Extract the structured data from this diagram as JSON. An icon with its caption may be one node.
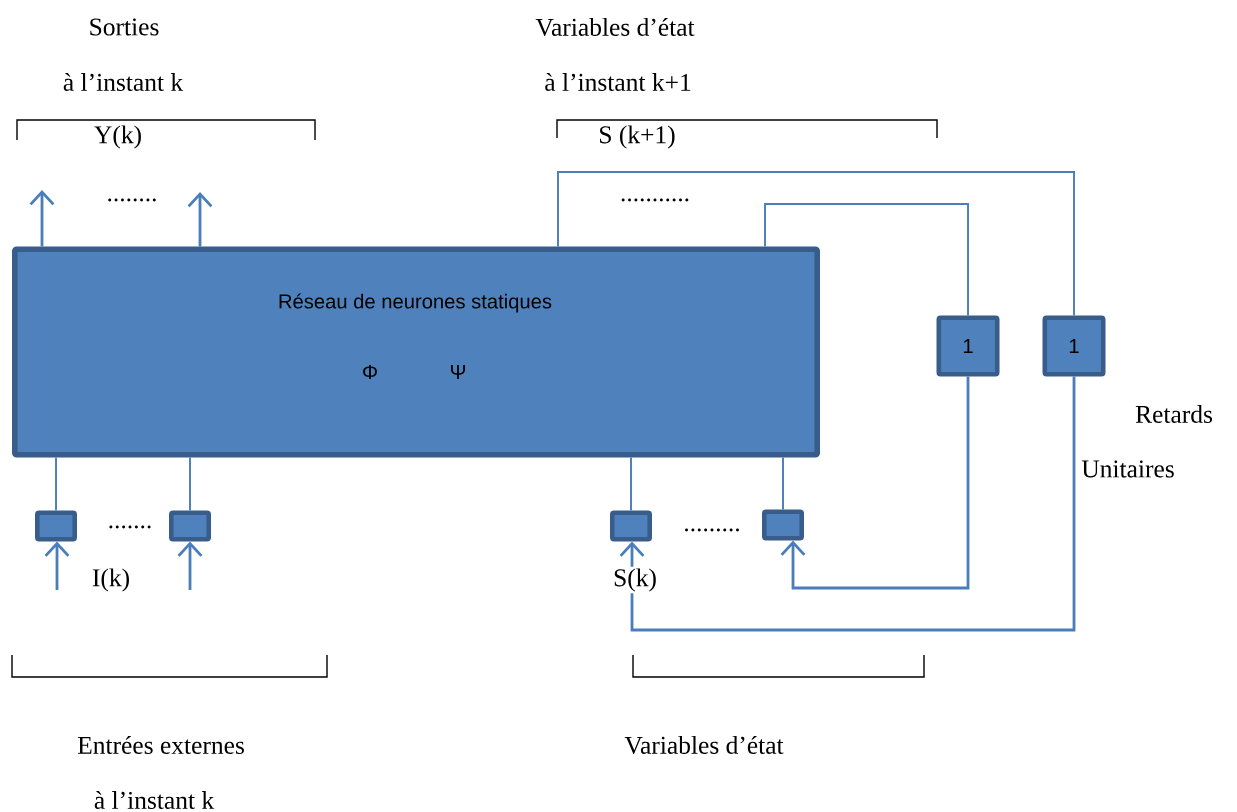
{
  "diagram": {
    "nodes": [
      {
        "text": [
          "Réseau de neurones statiques",
          "Φ",
          "Ψ"
        ]
      },
      {
        "text": [],
        "shape": "box"
      },
      {
        "text": [],
        "shape": "box"
      },
      {
        "text": [],
        "shape": "box"
      },
      {
        "text": [],
        "shape": "box"
      },
      {
        "text": [
          "1"
        ]
      },
      {
        "text": [
          "1"
        ]
      }
    ],
    "edges": [
      {
        "from": 0,
        "to": null,
        "arrow": "to"
      },
      {
        "from": 0,
        "to": null,
        "arrow": "to"
      },
      {
        "from": 1,
        "to": 0,
        "arrow": "none"
      },
      {
        "from": 2,
        "to": 0,
        "arrow": "none"
      },
      {
        "from": 3,
        "to": 0,
        "arrow": "none"
      },
      {
        "from": 4,
        "to": 0,
        "arrow": "none"
      },
      {
        "from": null,
        "to": 1,
        "arrow": "to"
      },
      {
        "from": null,
        "to": 2,
        "arrow": "to"
      },
      {
        "from": 0,
        "to": 5,
        "arrow": "none"
      },
      {
        "from": 5,
        "to": 4,
        "arrow": "to"
      },
      {
        "from": 0,
        "to": 6,
        "arrow": "none"
      },
      {
        "from": 6,
        "to": 3,
        "arrow": "to"
      }
    ],
    "labels": [
      "Sorties",
      "à l’instant k",
      "Y(k)",
      "........",
      "Variables d’état",
      "à l’instant k+1",
      "S (k+1)",
      "...........",
      "Retards",
      "Unitaires",
      ".......",
      "I(k)",
      ".........",
      "S(k)",
      "Entrées externes",
      "à l’instant k",
      "Variables d’état"
    ]
  }
}
